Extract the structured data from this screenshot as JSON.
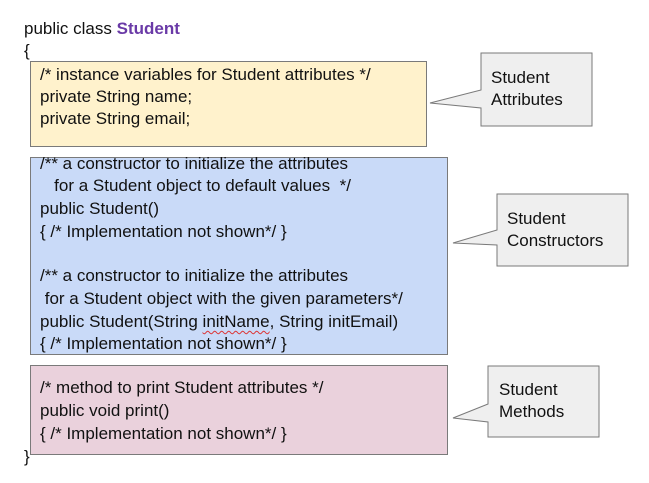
{
  "header": {
    "prefix": "public class ",
    "class_name": "Student",
    "open_brace": "{",
    "close_brace": "}"
  },
  "attributes_box": {
    "lines": [
      "/* instance variables for Student attributes */",
      "private String name;",
      "private String email;"
    ]
  },
  "constructors_box": {
    "lines": [
      "/** a constructor to initialize the attributes",
      "   for a Student object to default values  */",
      "public Student()",
      "{ /* Implementation not shown*/ }",
      "",
      "/** a constructor to initialize the attributes",
      " for a Student object with the given parameters*/"
    ],
    "param_line": {
      "before": "public Student(String ",
      "misspelled": "initName",
      "after": ", String initEmail)"
    },
    "last_line": "{ /* Implementation not shown*/ }"
  },
  "methods_box": {
    "lines": [
      "/* method to print Student attributes */",
      "public void print()",
      "{ /* Implementation not shown*/ }"
    ]
  },
  "callouts": {
    "attributes": {
      "line1": "Student",
      "line2": "Attributes"
    },
    "constructors": {
      "line1": "Student",
      "line2": "Constructors"
    },
    "methods": {
      "line1": "Student",
      "line2": "Methods"
    }
  },
  "colors": {
    "class_name": "#6a3aa7",
    "attributes_fill": "#fff2cc",
    "constructors_fill": "#c9daf8",
    "methods_fill": "#ead1dc",
    "callout_fill": "#efefef",
    "border": "#7a7a7a"
  }
}
